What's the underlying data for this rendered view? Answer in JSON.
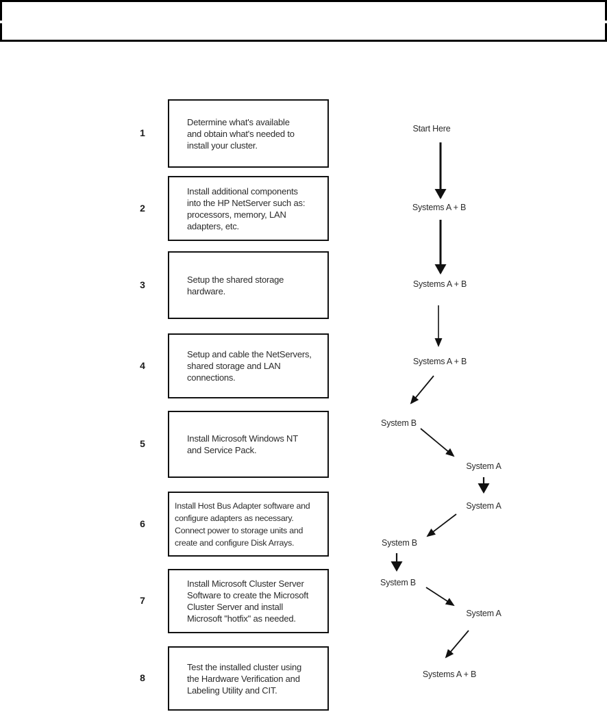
{
  "header": {
    "note": ""
  },
  "steps": [
    {
      "number": "1",
      "text": "Determine what's available\nand obtain what's needed to\ninstall your cluster."
    },
    {
      "number": "2",
      "text": "Install additional components\ninto the HP NetServer such as:\nprocessors, memory, LAN\nadapters, etc."
    },
    {
      "number": "3",
      "text": "Setup the shared storage\nhardware."
    },
    {
      "number": "4",
      "text": "Setup and cable the NetServers,\nshared storage and LAN\nconnections."
    },
    {
      "number": "5",
      "text": "Install Microsoft Windows NT\nand Service Pack."
    },
    {
      "number": "6",
      "text": "Install Host Bus Adapter software and\nconfigure adapters as necessary.\nConnect power to storage units and\ncreate and configure Disk Arrays."
    },
    {
      "number": "7",
      "text": "Install Microsoft Cluster Server\nSoftware to create the Microsoft\nCluster Server and install\nMicrosoft \"hotfix\" as needed."
    },
    {
      "number": "8",
      "text": "Test the installed cluster using\nthe Hardware Verification and\nLabeling Utility and CIT."
    }
  ],
  "flow": {
    "labels": [
      {
        "text": "Start Here"
      },
      {
        "text": "Systems A + B"
      },
      {
        "text": "Systems A + B"
      },
      {
        "text": "Systems A + B"
      },
      {
        "text": "System B"
      },
      {
        "text": "System A"
      },
      {
        "text": "System A"
      },
      {
        "text": "System B"
      },
      {
        "text": "System B"
      },
      {
        "text": "System A"
      },
      {
        "text": "Systems A + B"
      }
    ]
  },
  "colors": {
    "ink": "#222222",
    "line": "#111111",
    "border": "#000000"
  }
}
